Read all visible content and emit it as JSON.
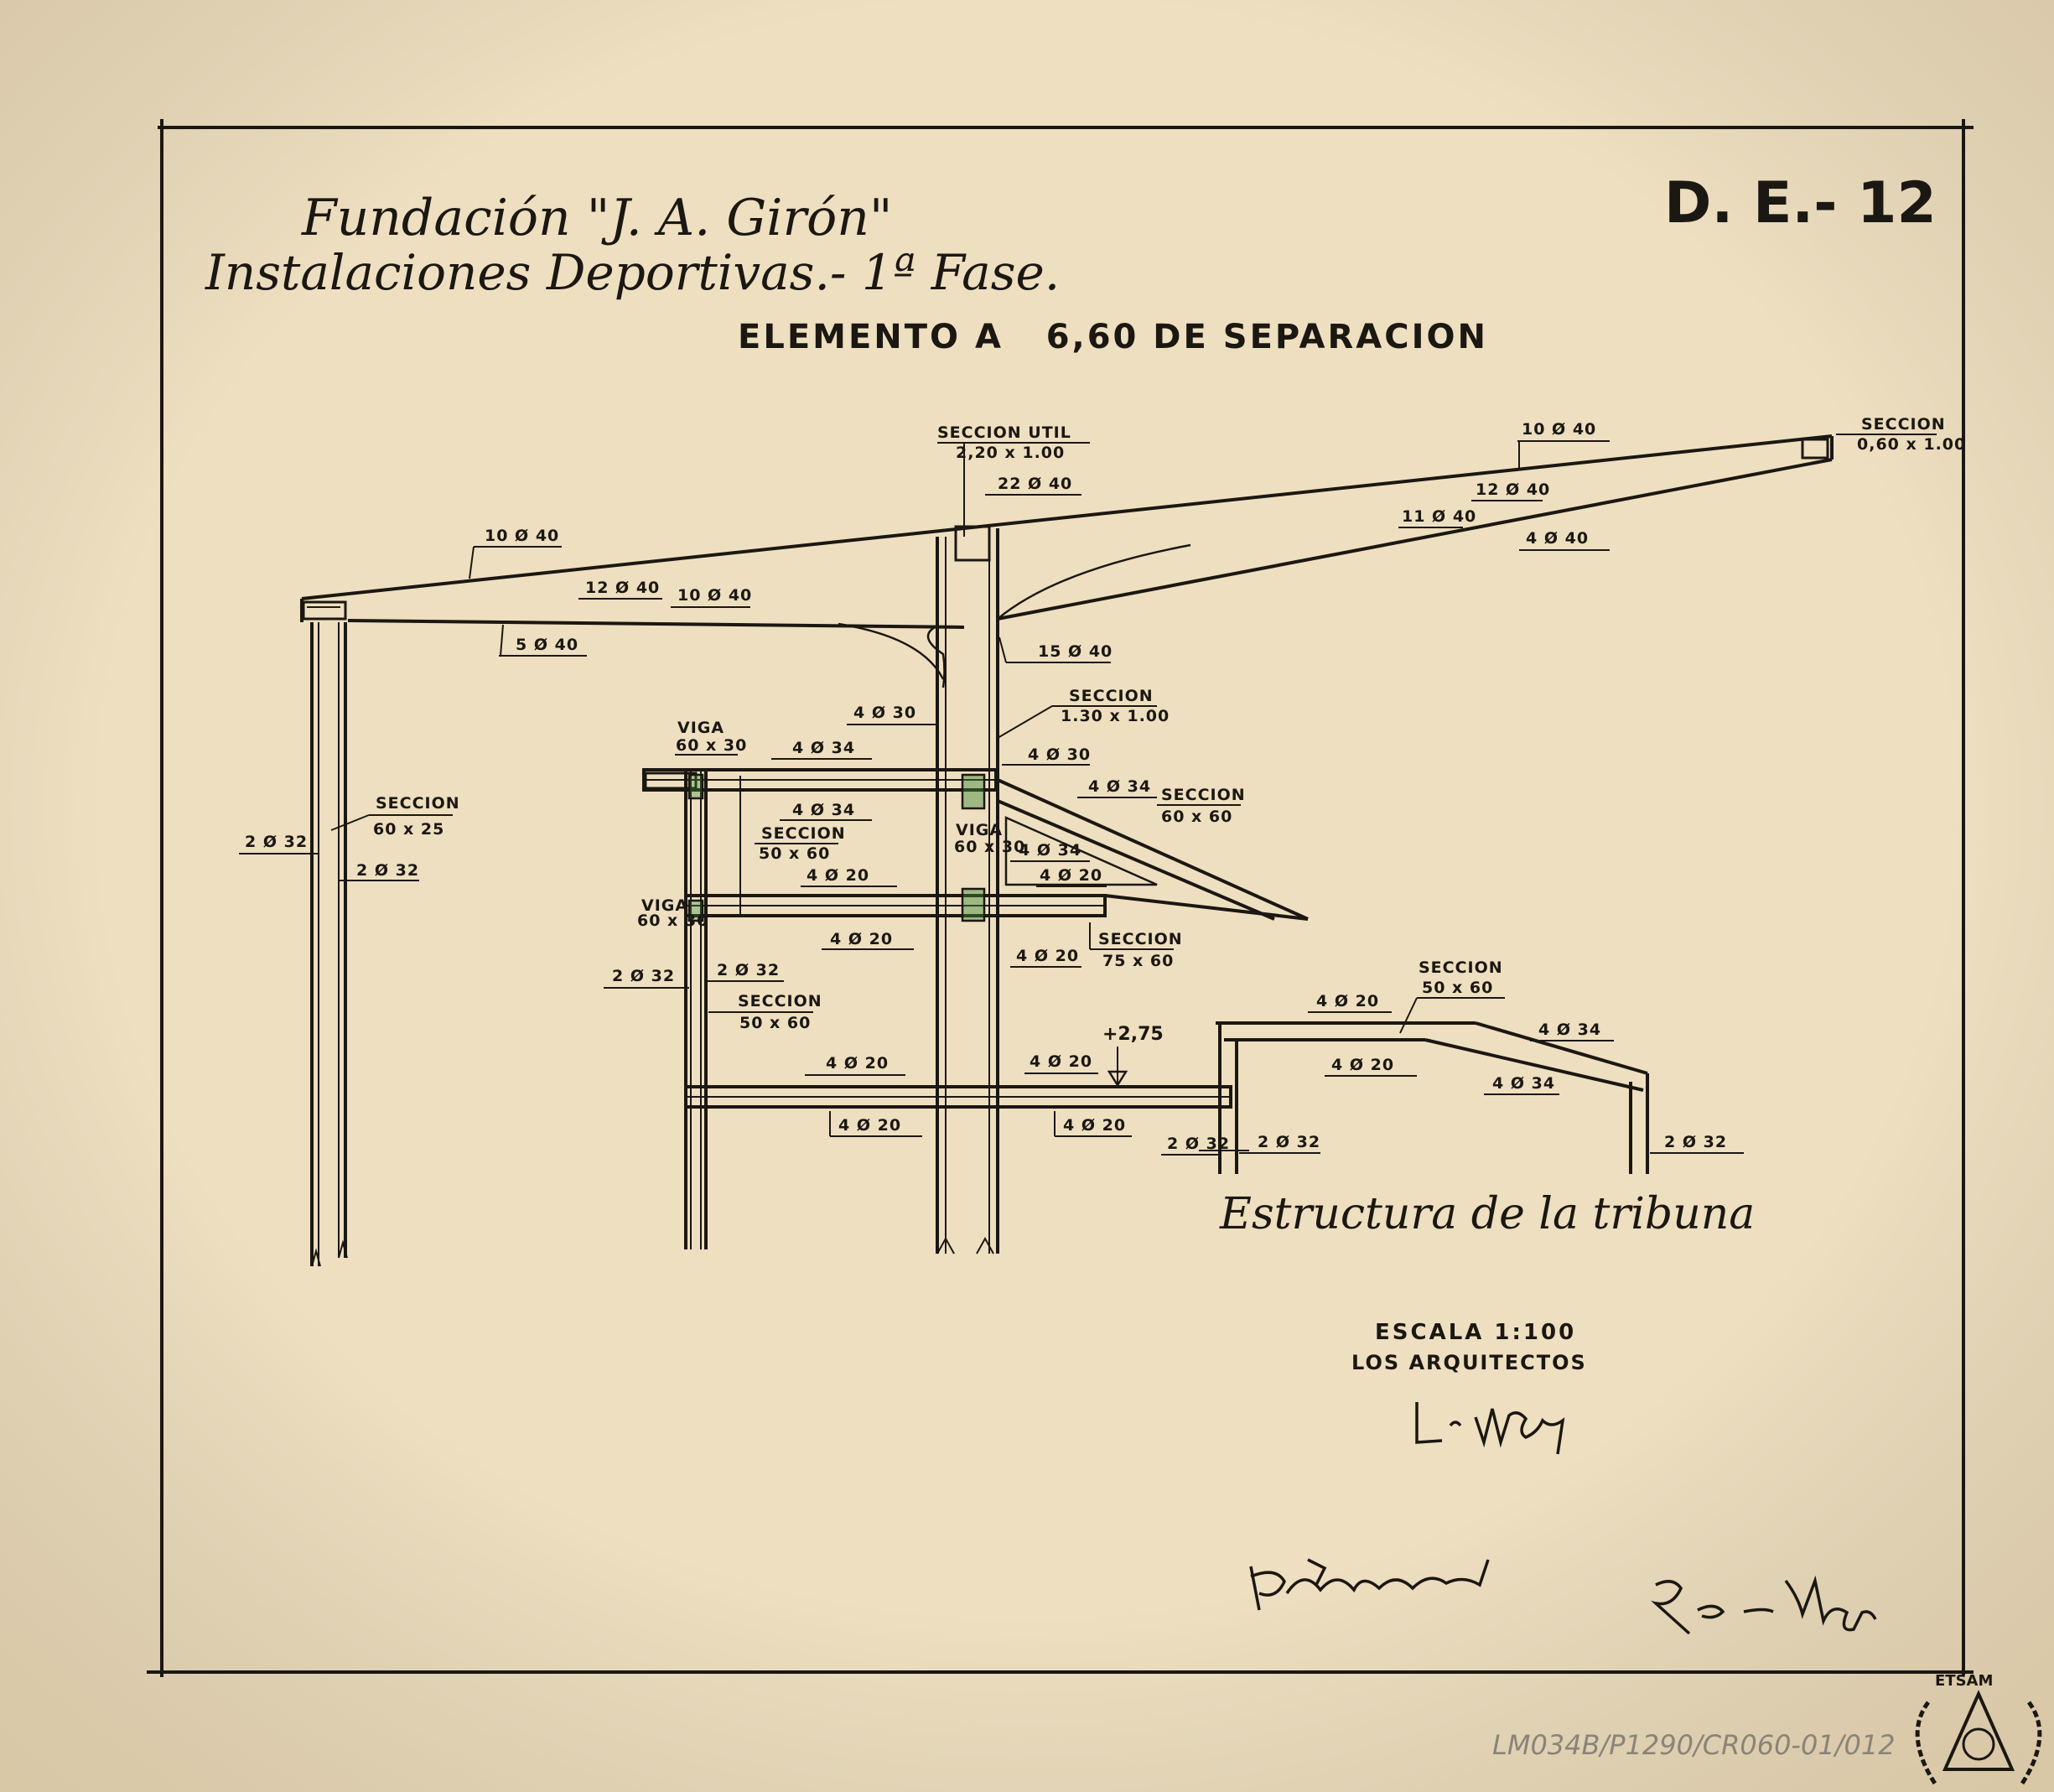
{
  "colors": {
    "paper": "#eedfc0",
    "ink": "#1b1712",
    "green": "#3f8a3a"
  },
  "header": {
    "title_line1": "Fundación \"J. A. Girón\"",
    "title_line2": "Instalaciones Deportivas.- 1ª Fase.",
    "subtitle": "ELEMENTO A   6,60 DE SEPARACION",
    "sheet_code": "D. E.- 12"
  },
  "labels": {
    "seccion_util": "SECCION UTIL",
    "seccion_util_dim": "2,20 x 1.00",
    "seccion": "SECCION",
    "sec_top_right_dim": "0,60 x 1.00",
    "sec_mid_dim": "1.30 x 1.00",
    "sec_left_col_dim": "60 x 25",
    "sec_bracket_dim": "60 x 60",
    "sec_inner_dim": "50 x 60",
    "sec_lower_dim": "50 x 60",
    "sec_75_dim": "75 x 60",
    "sec_tribuna_dim": "50 x 60",
    "viga": "VIGA",
    "viga_dim": "60 x 30",
    "r_10_40": "10 Ø 40",
    "r_22_40": "22 Ø 40",
    "r_12_40": "12 Ø 40",
    "r_11_40": "11 Ø 40",
    "r_4_40": "4 Ø 40",
    "r_5_40": "5 Ø 40",
    "r_15_40": "15 Ø 40",
    "r_4_30": "4 Ø 30",
    "r_4_34": "4 Ø 34",
    "r_2_32": "2 Ø 32",
    "r_4_20": "4 Ø 20",
    "level": "+2,75"
  },
  "caption": "Estructura de la tribuna",
  "scale": "ESCALA 1:100",
  "architects": "LOS ARQUITECTOS",
  "archive_code": "LM034B/P1290/CR060-01/012",
  "stamp": "ETSAM"
}
